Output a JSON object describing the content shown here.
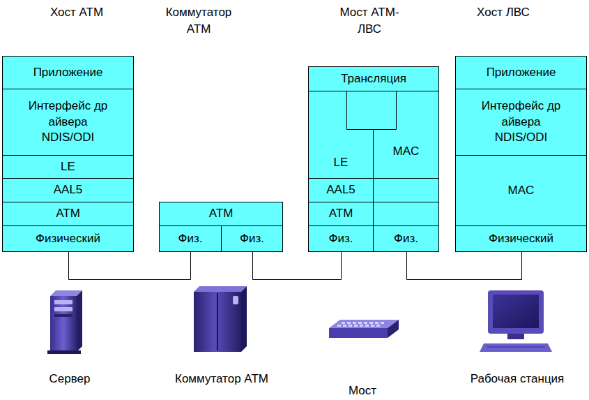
{
  "diagram": {
    "nodes": [
      {
        "text": [
          "Приложение"
        ]
      },
      {
        "text": [
          "Интерфейс др айвера NDIS/ODI"
        ]
      },
      {
        "text": [
          "LE"
        ]
      },
      {
        "text": [
          "AAL5"
        ]
      },
      {
        "text": [
          "ATM"
        ]
      },
      {
        "text": [
          "Физический"
        ]
      },
      {
        "text": [
          "ATM"
        ]
      },
      {
        "text": [
          "Физ."
        ]
      },
      {
        "text": [
          "Физ."
        ]
      },
      {
        "text": [
          "Трансляция"
        ]
      },
      {
        "text": [
          "LE"
        ]
      },
      {
        "text": [
          "MAC"
        ]
      },
      {
        "text": [
          "AAL5"
        ]
      },
      {
        "text": [
          "ATM"
        ]
      },
      {
        "text": [
          "Физ."
        ]
      },
      {
        "text": [
          "Физ."
        ]
      },
      {
        "text": [
          "Приложение"
        ]
      },
      {
        "text": [
          "Интерфейс др айвера NDIS/ODI"
        ]
      },
      {
        "text": [
          "MAC"
        ]
      },
      {
        "text": [
          "Физический"
        ]
      }
    ],
    "edges": [
      {
        "from": 5,
        "to": 7,
        "arrow": "none"
      },
      {
        "from": 8,
        "to": 14,
        "arrow": "none"
      },
      {
        "from": 15,
        "to": 19,
        "arrow": "none"
      }
    ],
    "labels": [
      "Хост ATM",
      "Коммутатор ATM",
      "Мост ATM-ЛВС",
      "Хост ЛВС",
      "Сервер",
      "Коммутатор ATM",
      "Мост",
      "Рабочая станция"
    ]
  }
}
